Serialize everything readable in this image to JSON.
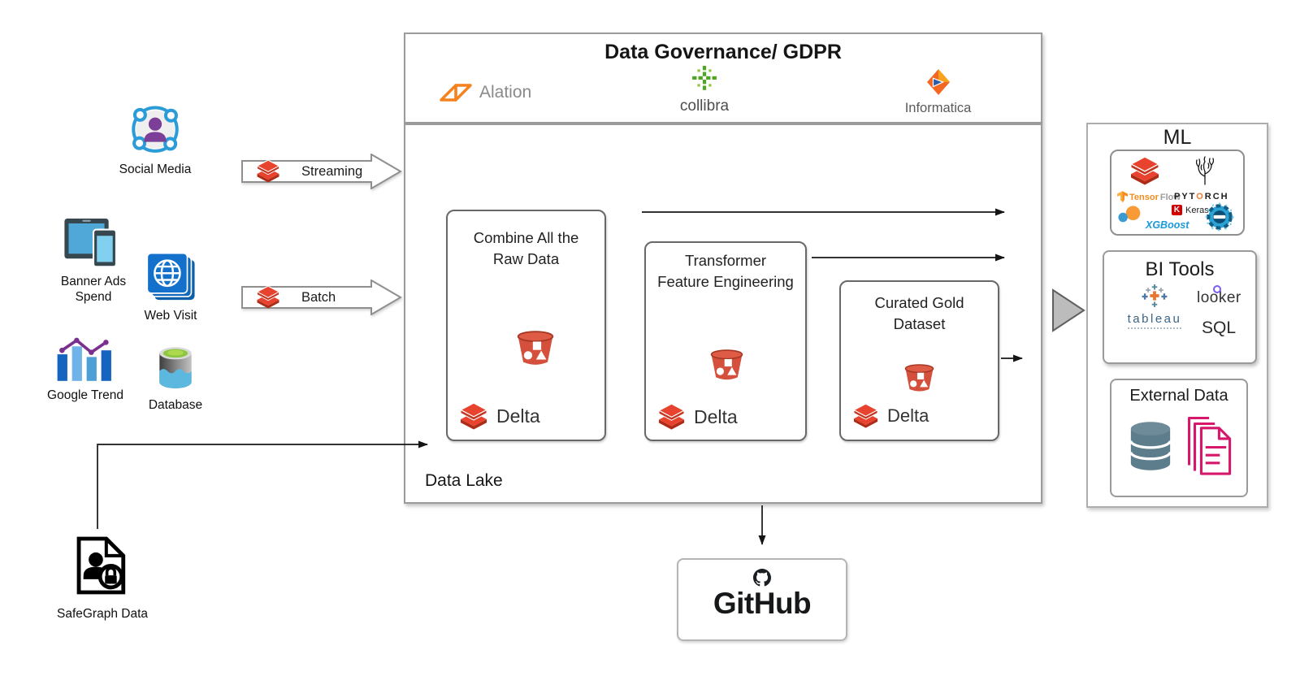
{
  "sources": {
    "social_media": "Social Media",
    "banner_ads_line1": "Banner Ads",
    "banner_ads_line2": "Spend",
    "web_visit": "Web Visit",
    "google_trend": "Google Trend",
    "database": "Database",
    "safegraph": "SafeGraph Data"
  },
  "flows": {
    "streaming": "Streaming",
    "batch": "Batch"
  },
  "governance": {
    "title": "Data Governance/ GDPR",
    "alation": "Alation",
    "collibra": "collibra",
    "informatica": "Informatica"
  },
  "data_lake": {
    "label": "Data Lake",
    "stages": [
      {
        "line1": "Combine All the",
        "line2": "Raw Data",
        "delta": "Delta"
      },
      {
        "line1": "Transformer",
        "line2": "Feature Engineering",
        "delta": "Delta"
      },
      {
        "line1": "Curated Gold",
        "line2": "Dataset",
        "delta": "Delta"
      }
    ]
  },
  "ml": {
    "title": "ML",
    "tensorflow_a": "Tensor",
    "tensorflow_b": "Flow",
    "pytorch_a": "PYT",
    "pytorch_o": "O",
    "pytorch_b": "RCH",
    "keras_k": "K",
    "keras": "Keras",
    "xgboost": "XGBoost"
  },
  "bi": {
    "title": "BI Tools",
    "looker": "looker",
    "tableau": "tableau",
    "sql": "SQL"
  },
  "external": {
    "title": "External Data"
  },
  "github": {
    "label": "GitHub"
  },
  "colors": {
    "databricks_red": "#E8432E",
    "databricks_dark_red": "#AE2B18",
    "bucket_red": "#D5503C",
    "alation_orange": "#F5821F",
    "collibra_green": "#4EA624",
    "informatica_orange": "#F26722",
    "tensorflow_orange": "#F28C1E",
    "pytorch_flame_orange": "#EE7B30",
    "keras_red": "#D00000",
    "xgboost_blue": "#1A9BD7",
    "tableau_blue": "#3A6586",
    "looker_purple": "#7B5BF5",
    "external_docs_pink": "#D6176B",
    "external_db_slate": "#5D7D8C",
    "social_ring_blue": "#2B9CD8",
    "person_purple": "#7B3F98",
    "trend_line_purple": "#7B2F8E",
    "arrow_outline_gray": "#8F8F8F"
  }
}
